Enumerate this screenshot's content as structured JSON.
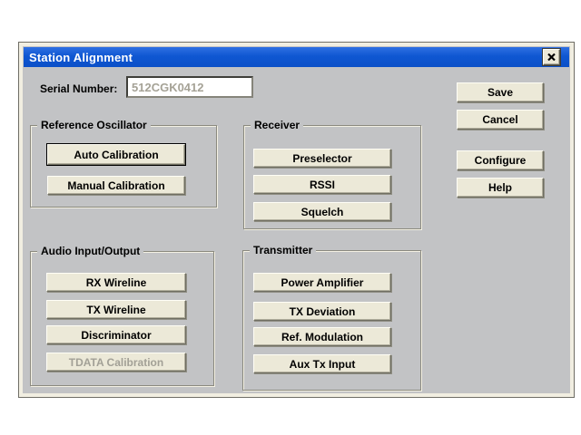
{
  "window": {
    "title": "Station Alignment"
  },
  "serial": {
    "label": "Serial Number:",
    "value": "512CGK0412"
  },
  "side_buttons": [
    {
      "label": "Save"
    },
    {
      "label": "Cancel"
    },
    {
      "label": "Configure"
    },
    {
      "label": "Help"
    }
  ],
  "groups": [
    {
      "title": "Reference Oscillator",
      "buttons": [
        {
          "label": "Auto Calibration",
          "state": "default"
        },
        {
          "label": "Manual Calibration",
          "state": "normal"
        }
      ]
    },
    {
      "title": "Receiver",
      "buttons": [
        {
          "label": "Preselector",
          "state": "normal"
        },
        {
          "label": "RSSI",
          "state": "normal"
        },
        {
          "label": "Squelch",
          "state": "normal"
        }
      ]
    },
    {
      "title": "Audio Input/Output",
      "buttons": [
        {
          "label": "RX Wireline",
          "state": "normal"
        },
        {
          "label": "TX Wireline",
          "state": "normal"
        },
        {
          "label": "Discriminator",
          "state": "normal"
        },
        {
          "label": "TDATA Calibration",
          "state": "disabled"
        }
      ]
    },
    {
      "title": "Transmitter",
      "buttons": [
        {
          "label": "Power Amplifier",
          "state": "normal"
        },
        {
          "label": "TX Deviation",
          "state": "normal"
        },
        {
          "label": "Ref. Modulation",
          "state": "normal"
        },
        {
          "label": "Aux Tx Input",
          "state": "normal"
        }
      ]
    }
  ],
  "colors": {
    "titlebar_blue": "#0f57d2",
    "dialog_face": "#c2c3c5",
    "frame_cream": "#f1eee1",
    "button_face": "#ece9d8",
    "disabled_text": "#a2a096",
    "serial_text": "#a5a296",
    "title_text": "#ffffff"
  }
}
